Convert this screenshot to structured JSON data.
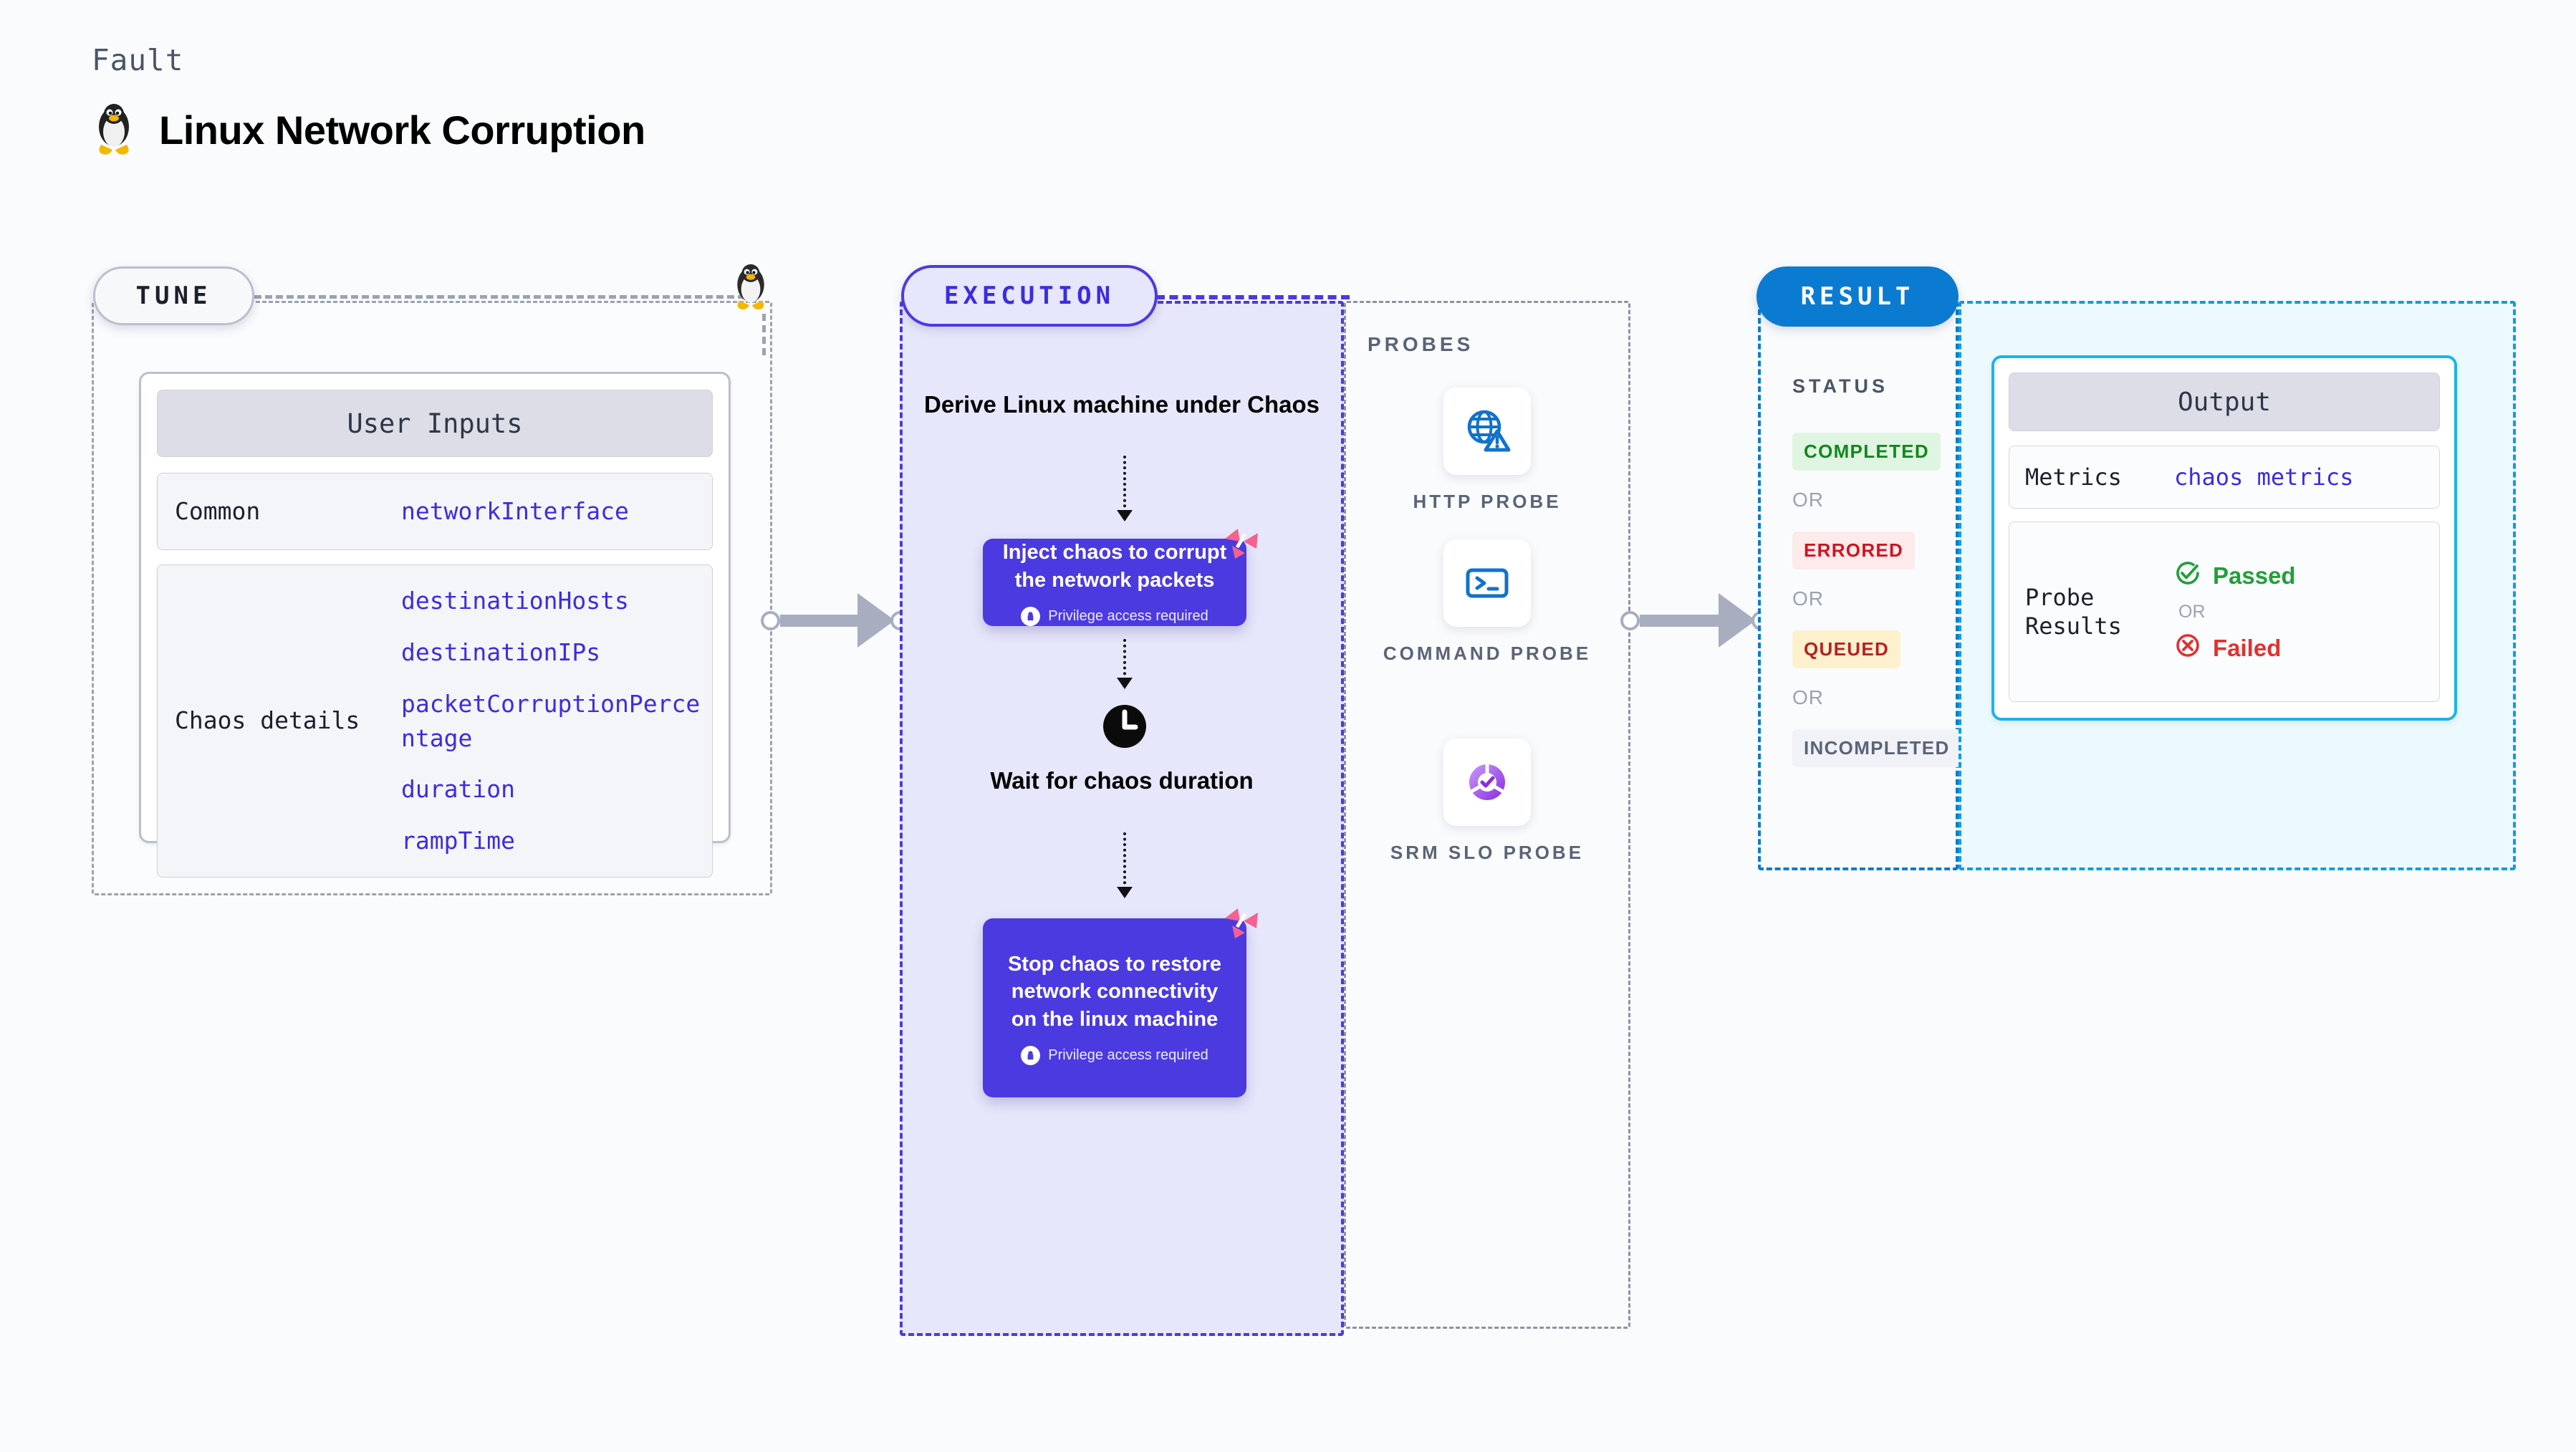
{
  "header": {
    "eyebrow": "Fault",
    "title": "Linux Network Corruption",
    "icon": "linux-penguin-icon"
  },
  "tune": {
    "pill_label": "TUNE",
    "card_title": "User Inputs",
    "rows": [
      {
        "key": "Common",
        "values": [
          "networkInterface"
        ]
      },
      {
        "key": "Chaos details",
        "values": [
          "destinationHosts",
          "destinationIPs",
          "packetCorruptionPercentage",
          "duration",
          "rampTime"
        ]
      }
    ]
  },
  "execution": {
    "pill_label": "EXECUTION",
    "step_derive": "Derive Linux machine under Chaos",
    "step_inject": "Inject chaos to corrupt the network packets",
    "step_wait": "Wait for chaos duration",
    "step_stop": "Stop chaos to restore network connectivity on the linux machine",
    "privilege_note": "Privilege access required"
  },
  "probes": {
    "label": "PROBES",
    "items": [
      {
        "name": "HTTP PROBE",
        "icon": "globe-warning-icon"
      },
      {
        "name": "COMMAND PROBE",
        "icon": "terminal-icon"
      },
      {
        "name": "SRM SLO PROBE",
        "icon": "slo-check-icon"
      }
    ]
  },
  "result": {
    "pill_label": "RESULT",
    "status_label": "STATUS",
    "or_label": "OR",
    "statuses": [
      {
        "label": "COMPLETED",
        "bg": "#dff5e1",
        "color": "#12871f"
      },
      {
        "label": "ERRORED",
        "bg": "#fdeaea",
        "color": "#cf1322"
      },
      {
        "label": "QUEUED",
        "bg": "#fdf1cd",
        "color": "#b82121"
      },
      {
        "label": "INCOMPLETED",
        "bg": "#f1f2f7",
        "color": "#5a6478"
      }
    ]
  },
  "output": {
    "card_title": "Output",
    "metrics_key": "Metrics",
    "metrics_value": "chaos metrics",
    "probe_results_key": "Probe Results",
    "passed_label": "Passed",
    "failed_label": "Failed",
    "or_label": "OR"
  },
  "colors": {
    "accent_purple": "#4b3ae0",
    "accent_blue": "#0a7bd1",
    "accent_cyan": "#19b4ea",
    "harness_pink": "#f4628f",
    "pass_green": "#21a038",
    "fail_red": "#e03131"
  }
}
